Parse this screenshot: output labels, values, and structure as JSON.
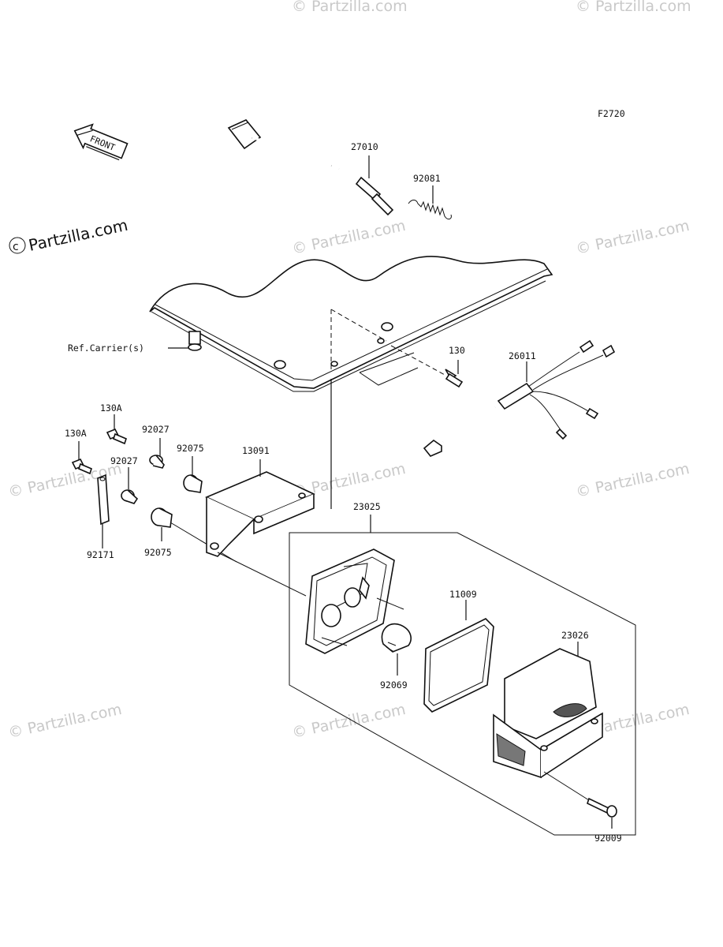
{
  "figure_code": "F2720",
  "front_label": "FRONT",
  "reference_label": "Ref.Carrier(s)",
  "watermark": "Partzilla.com",
  "watermark_full": "© Partzilla.com",
  "parts": {
    "p27010": "27010",
    "p92081": "92081",
    "p130": "130",
    "p26011": "26011",
    "p130A_a": "130A",
    "p130A_b": "130A",
    "p92027_a": "92027",
    "p92027_b": "92027",
    "p92075_a": "92075",
    "p92075_b": "92075",
    "p13091": "13091",
    "p92171": "92171",
    "p23025": "23025",
    "p11009": "11009",
    "p92069": "92069",
    "p23026": "23026",
    "p92009": "92009"
  }
}
